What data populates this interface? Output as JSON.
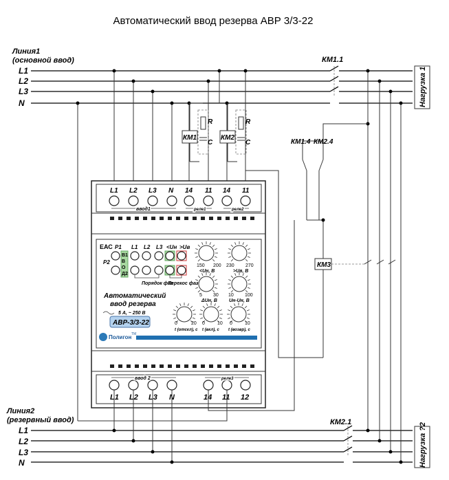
{
  "title": "Автоматический ввод резерва АВР 3/3-22",
  "line1": {
    "name": "Линия1",
    "sub": "(основной ввод)"
  },
  "line2": {
    "name": "Линия2",
    "sub": "(резервный ввод)"
  },
  "phases": [
    "L1",
    "L2",
    "L3",
    "N"
  ],
  "contactors": {
    "km11": "КМ1.1",
    "km21": "КМ2.1",
    "km14": "КМ1.4",
    "km24": "КМ2.4",
    "km1": "КМ1",
    "km2": "КМ2",
    "km3": "КМ3"
  },
  "rc": {
    "r": "R",
    "c": "C"
  },
  "loads": {
    "load1": "Нагрузка 1",
    "load2": "Нагрузка ?2"
  },
  "device": {
    "top_terminals": [
      "L1",
      "L2",
      "L3",
      "N",
      "14",
      "11",
      "14",
      "11"
    ],
    "top_group_labels": {
      "input1": "ввод1",
      "relay1": "реле1",
      "relay2": "реле2"
    },
    "bottom_terminals": [
      "L1",
      "L2",
      "L3",
      "N",
      "14",
      "11",
      "12"
    ],
    "bottom_group_labels": {
      "input2": "ввод 2",
      "relay3": "реле3"
    },
    "cert_mark": "ЕАС",
    "led_row1": [
      "Р1",
      "L1",
      "L2",
      "L3",
      "<Uн",
      ">Uв"
    ],
    "led_row2": [
      "Р2"
    ],
    "vvod_letters": [
      "В1",
      "В",
      "О",
      "Д2"
    ],
    "phase_order": "Порядок фаз",
    "phase_skew": "Перекос фаз",
    "name_line1": "Автоматический",
    "name_line2": "ввод резерва",
    "rating": "5 А, ~ 250 В",
    "model": "АВР-3/3-22",
    "brand": "Полигон",
    "tm": "ТМ",
    "knobs": [
      {
        "min": "150",
        "max": "200",
        "label": "<Uн, В"
      },
      {
        "min": "230",
        "max": "270",
        "label": ">Uв, В"
      },
      {
        "min": "5",
        "max": "30",
        "label": "ΔUн, В"
      },
      {
        "min": "10",
        "max": "100",
        "label": "Uн-Uн, В"
      },
      {
        "min": "0",
        "max": "20",
        "label": "t (отскл), с"
      },
      {
        "min": "0",
        "max": "10",
        "label": "t (вкл), с"
      },
      {
        "min": "0",
        "max": "10",
        "label": "t (возвр), с"
      }
    ]
  }
}
